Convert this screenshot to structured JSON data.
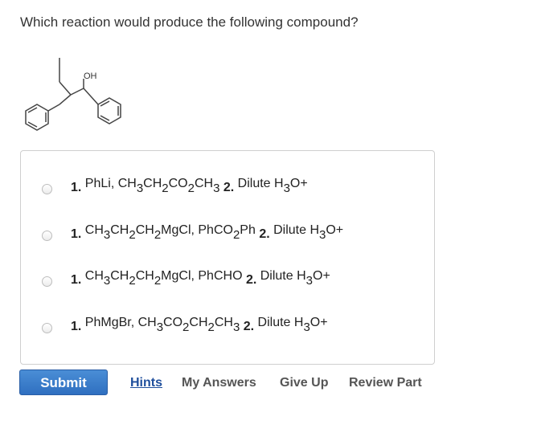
{
  "question": "Which reaction would produce the following compound?",
  "structure": {
    "oh_label": "OH"
  },
  "choices": [
    {
      "parts": [
        {
          "t": "1.",
          "k": "num"
        },
        {
          "t": " PhLi, CH"
        },
        {
          "t": "3",
          "k": "sub"
        },
        {
          "t": "CH"
        },
        {
          "t": "2",
          "k": "sub"
        },
        {
          "t": "CO"
        },
        {
          "t": "2",
          "k": "sub"
        },
        {
          "t": "CH"
        },
        {
          "t": "3",
          "k": "sub"
        },
        {
          "t": " 2.",
          "k": "num"
        },
        {
          "t": " Dilute H"
        },
        {
          "t": "3",
          "k": "sub"
        },
        {
          "t": "O+"
        }
      ]
    },
    {
      "parts": [
        {
          "t": "1.",
          "k": "num"
        },
        {
          "t": " CH"
        },
        {
          "t": "3",
          "k": "sub"
        },
        {
          "t": "CH"
        },
        {
          "t": "2",
          "k": "sub"
        },
        {
          "t": "CH"
        },
        {
          "t": "2",
          "k": "sub"
        },
        {
          "t": "MgCl, PhCO"
        },
        {
          "t": "2",
          "k": "sub"
        },
        {
          "t": "Ph "
        },
        {
          "t": "2.",
          "k": "num"
        },
        {
          "t": " Dilute H"
        },
        {
          "t": "3",
          "k": "sub"
        },
        {
          "t": "O+"
        }
      ]
    },
    {
      "parts": [
        {
          "t": "1.",
          "k": "num"
        },
        {
          "t": " CH"
        },
        {
          "t": "3",
          "k": "sub"
        },
        {
          "t": "CH"
        },
        {
          "t": "2",
          "k": "sub"
        },
        {
          "t": "CH"
        },
        {
          "t": "2",
          "k": "sub"
        },
        {
          "t": "MgCl, PhCHO "
        },
        {
          "t": "2.",
          "k": "num"
        },
        {
          "t": " Dilute H"
        },
        {
          "t": "3",
          "k": "sub"
        },
        {
          "t": "O+"
        }
      ]
    },
    {
      "parts": [
        {
          "t": "1.",
          "k": "num"
        },
        {
          "t": " PhMgBr, CH"
        },
        {
          "t": "3",
          "k": "sub"
        },
        {
          "t": "CO"
        },
        {
          "t": "2",
          "k": "sub"
        },
        {
          "t": "CH"
        },
        {
          "t": "2",
          "k": "sub"
        },
        {
          "t": "CH"
        },
        {
          "t": "3",
          "k": "sub"
        },
        {
          "t": " 2.",
          "k": "num"
        },
        {
          "t": " Dilute H"
        },
        {
          "t": "3",
          "k": "sub"
        },
        {
          "t": "O+"
        }
      ]
    }
  ],
  "actions": {
    "submit": "Submit",
    "hints": "Hints",
    "my_answers": "My Answers",
    "give_up": "Give Up",
    "review_part": "Review Part"
  },
  "colors": {
    "submit_bg": "#3a7fcc",
    "hints_link": "#1f4f9c",
    "action_link": "#555555"
  }
}
